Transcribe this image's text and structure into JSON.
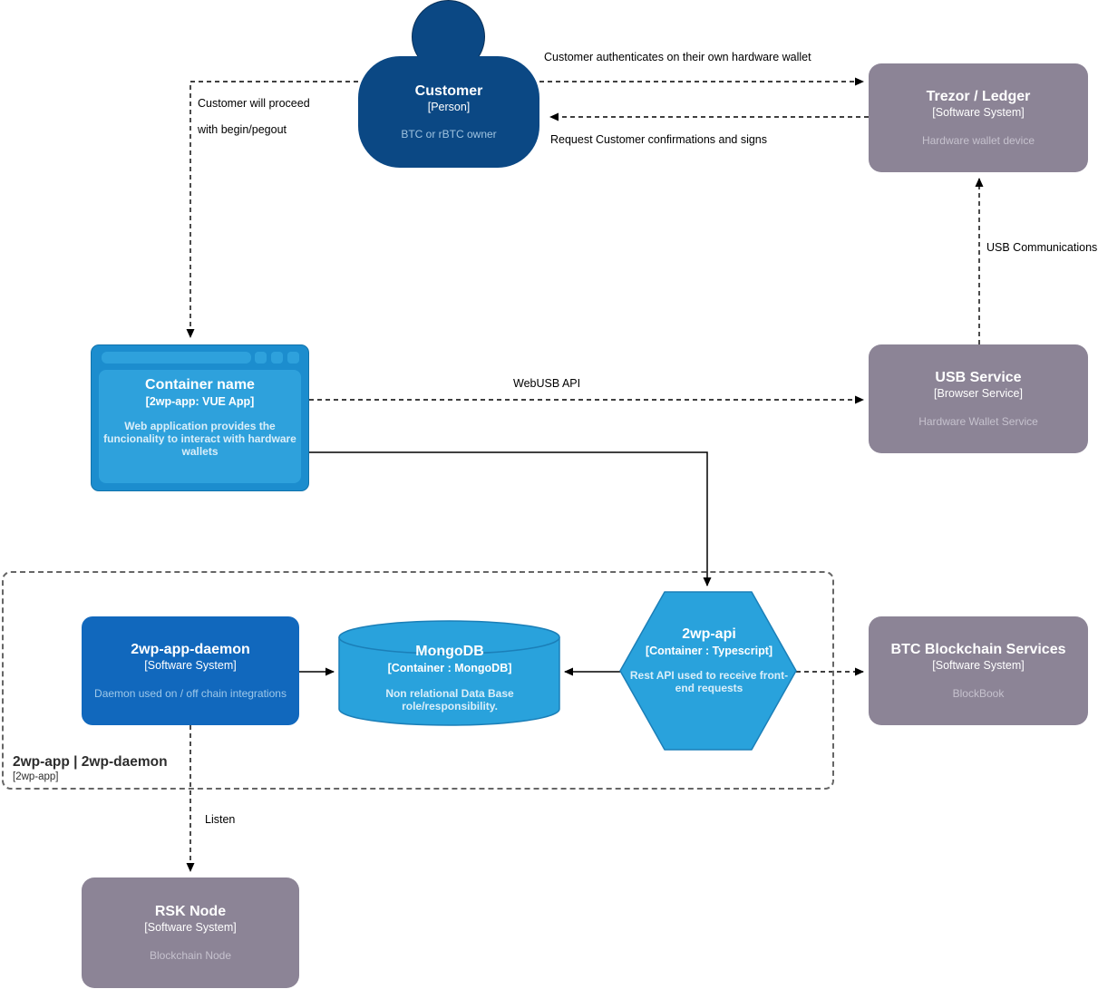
{
  "diagram": {
    "kind": "C4 container diagram",
    "colors": {
      "person_fill": "#0B4884",
      "system_fill": "#8C8496",
      "container_blue": "#1168BD",
      "light_blue": "#2EA1DC",
      "light_blue_frame": "#1C8DCE",
      "shape_stroke": "#1B7FB8"
    }
  },
  "nodes": {
    "customer": {
      "title": "Customer",
      "meta": "[Person]",
      "desc": "BTC or rBTC owner"
    },
    "trezor": {
      "title": "Trezor / Ledger",
      "meta": "[Software System]",
      "desc": "Hardware wallet device"
    },
    "container": {
      "title": "Container name",
      "meta": "[2wp-app: VUE App]",
      "desc": "Web application provides the funcionality to interact with hardware wallets"
    },
    "usb_service": {
      "title": "USB Service",
      "meta": "[Browser Service]",
      "desc": "Hardware Wallet Service"
    },
    "daemon": {
      "title": "2wp-app-daemon",
      "meta": "[Software System]",
      "desc": "Daemon used on / off chain integrations"
    },
    "mongodb": {
      "title": "MongoDB",
      "meta": "[Container : MongoDB]",
      "desc": "Non relational Data Base role/responsibility."
    },
    "api": {
      "title": "2wp-api",
      "meta": "[Container : Typescript]",
      "desc": "Rest API used to receive front-end requests"
    },
    "btc": {
      "title": "BTC Blockchain Services",
      "meta": "[Software System]",
      "desc": "BlockBook"
    },
    "rsk": {
      "title": "RSK Node",
      "meta": "[Software System]",
      "desc": "Blockchain Node"
    }
  },
  "boundary": {
    "title": "2wp-app | 2wp-daemon",
    "meta": "[2wp-app]"
  },
  "edges": {
    "auth": "Customer authenticates on their own hardware wallet",
    "confirm": "Request Customer confirmations and signs",
    "proceed_line1": "Customer will proceed",
    "proceed_line2": "with begin/pegout",
    "webusb": "WebUSB API",
    "usb_comm": "USB Communications",
    "listen": "Listen"
  }
}
